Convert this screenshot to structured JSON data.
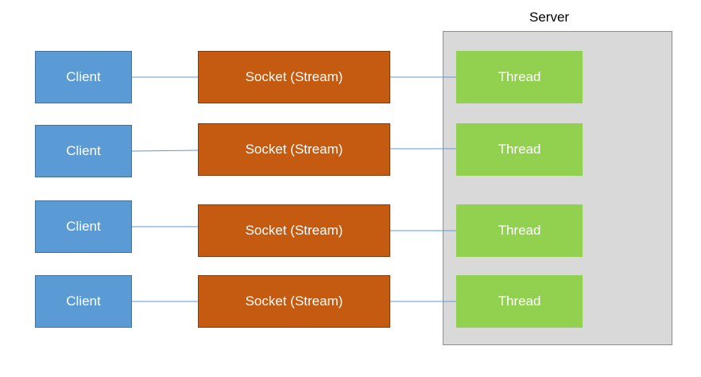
{
  "server": {
    "label": "Server"
  },
  "rows": [
    {
      "client": "Client",
      "socket": "Socket (Stream)",
      "thread": "Thread"
    },
    {
      "client": "Client",
      "socket": "Socket (Stream)",
      "thread": "Thread"
    },
    {
      "client": "Client",
      "socket": "Socket (Stream)",
      "thread": "Thread"
    },
    {
      "client": "Client",
      "socket": "Socket (Stream)",
      "thread": "Thread"
    }
  ],
  "colors": {
    "client": "#5b9bd5",
    "socket": "#c55a11",
    "thread": "#92d050",
    "server_bg": "#d9d9d9",
    "connector": "#5b9bd5"
  }
}
